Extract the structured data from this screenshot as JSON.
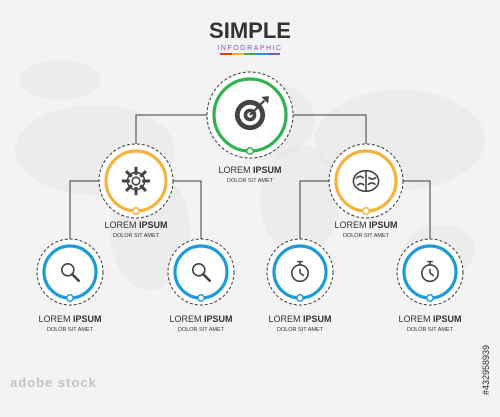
{
  "header": {
    "title": "SIMPLE",
    "subtitle": "INFOGRAPHIC",
    "stripe_colors": [
      "#e53935",
      "#f2b233",
      "#41ad49",
      "#1e9bd7",
      "#7e57c2"
    ]
  },
  "colors": {
    "green": "#2fb24f",
    "yellow": "#f3b33d",
    "blue": "#1e9bd7",
    "line": "#3b3b3b",
    "dashed": "#3b3b3b",
    "text": "#333333",
    "worldmap": "#e6e6e6"
  },
  "nodes": [
    {
      "id": "top",
      "level": 0,
      "icon": "target-icon",
      "color": "green",
      "title_light": "LOREM",
      "title_bold": "IPSUM",
      "subtitle": "DOLOR SIT AMET"
    },
    {
      "id": "mid-left",
      "level": 1,
      "icon": "gear-icon",
      "color": "yellow",
      "title_light": "LOREM",
      "title_bold": "IPSUM",
      "subtitle": "DOLOR SIT AMET"
    },
    {
      "id": "mid-right",
      "level": 1,
      "icon": "brain-icon",
      "color": "yellow",
      "title_light": "LOREM",
      "title_bold": "IPSUM",
      "subtitle": "DOLOR SIT AMET"
    },
    {
      "id": "bottom-1",
      "level": 2,
      "icon": "magnifier-icon",
      "color": "blue",
      "title_light": "LOREM",
      "title_bold": "IPSUM",
      "subtitle": "DOLOR SIT AMET"
    },
    {
      "id": "bottom-2",
      "level": 2,
      "icon": "magnifier-icon",
      "color": "blue",
      "title_light": "LOREM",
      "title_bold": "IPSUM",
      "subtitle": "DOLOR SIT AMET"
    },
    {
      "id": "bottom-3",
      "level": 2,
      "icon": "stopwatch-icon",
      "color": "blue",
      "title_light": "LOREM",
      "title_bold": "IPSUM",
      "subtitle": "DOLOR SIT AMET"
    },
    {
      "id": "bottom-4",
      "level": 2,
      "icon": "stopwatch-icon",
      "color": "blue",
      "title_light": "LOREM",
      "title_bold": "IPSUM",
      "subtitle": "DOLOR SIT AMET"
    }
  ],
  "edges": [
    [
      "top",
      "mid-left"
    ],
    [
      "top",
      "mid-right"
    ],
    [
      "mid-left",
      "bottom-1"
    ],
    [
      "mid-left",
      "bottom-2"
    ],
    [
      "mid-right",
      "bottom-3"
    ],
    [
      "mid-right",
      "bottom-4"
    ]
  ],
  "watermark": "adobe stock",
  "stock_id": "#432958939"
}
